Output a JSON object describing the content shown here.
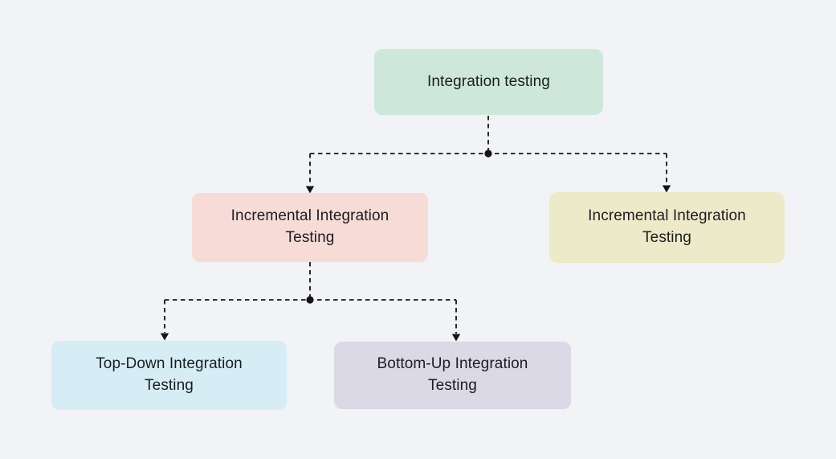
{
  "page": {
    "background": "#f1f3f6",
    "text_color": "#1b1d21"
  },
  "diagram": {
    "connector_color": "#141414",
    "connector_style": "dashed",
    "nodes": [
      {
        "id": "integration-testing",
        "label": "Integration testing",
        "fill": "#cde8da"
      },
      {
        "id": "incremental-integration-left",
        "label": "Incremental Integration Testing",
        "fill": "#f6dbd7"
      },
      {
        "id": "incremental-integration-right",
        "label": "Incremental Integration Testing",
        "fill": "#edeac9"
      },
      {
        "id": "top-down-integration",
        "label": "Top-Down Integration Testing",
        "fill": "#d6edf6"
      },
      {
        "id": "bottom-up-integration",
        "label": "Bottom-Up Integration Testing",
        "fill": "#dbd9e5"
      }
    ],
    "edges": [
      {
        "from": "integration-testing",
        "to": "incremental-integration-left",
        "style": "dashed-arrow"
      },
      {
        "from": "integration-testing",
        "to": "incremental-integration-right",
        "style": "dashed-arrow"
      },
      {
        "from": "incremental-integration-left",
        "to": "top-down-integration",
        "style": "dashed-arrow"
      },
      {
        "from": "incremental-integration-left",
        "to": "bottom-up-integration",
        "style": "dashed-arrow"
      }
    ]
  }
}
